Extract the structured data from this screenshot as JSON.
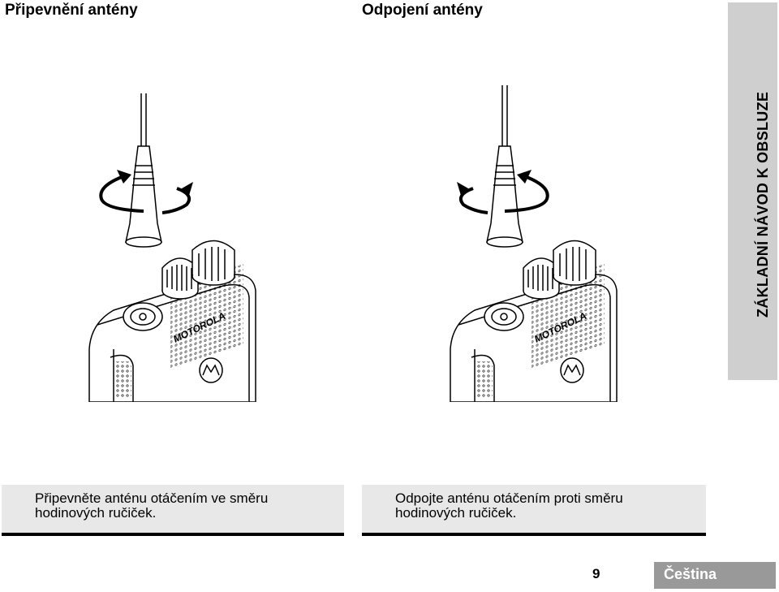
{
  "headings": {
    "attach": "Připevnění antény",
    "detach": "Odpojení antény"
  },
  "side_tab": {
    "label": "ZÁKLADNÍ NÁVOD K OBSLUZE"
  },
  "illustrations": {
    "attach_logo": "MOTOROLA",
    "detach_logo": "MOTOROLA",
    "attach_icon": "antenna-clockwise-icon",
    "detach_icon": "antenna-counterclockwise-icon"
  },
  "captions": {
    "attach": "Připevněte anténu otáčením ve směru hodinových ručiček.",
    "detach": "Odpojte anténu otáčením proti směru hodinových ručiček."
  },
  "footer": {
    "page_number": "9",
    "language": "Čeština"
  },
  "colors": {
    "side_tab": "#cfcfcf",
    "caption_background": "#e8e8e8",
    "language_tab": "#999999"
  }
}
